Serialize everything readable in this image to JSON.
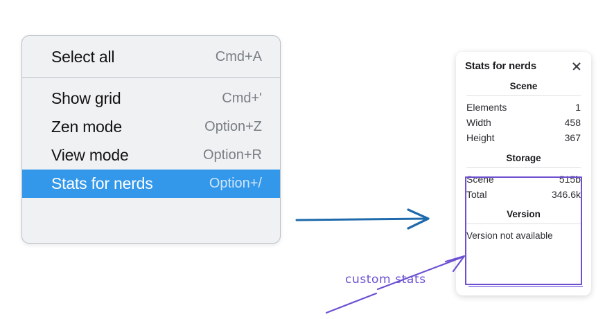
{
  "context_menu": {
    "groups": [
      {
        "items": [
          {
            "label": "Select all",
            "shortcut": "Cmd+A",
            "selected": false
          }
        ]
      },
      {
        "items": [
          {
            "label": "Show grid",
            "shortcut": "Cmd+'",
            "selected": false
          },
          {
            "label": "Zen mode",
            "shortcut": "Option+Z",
            "selected": false
          },
          {
            "label": "View mode",
            "shortcut": "Option+R",
            "selected": false
          },
          {
            "label": "Stats for nerds",
            "shortcut": "Option+/",
            "selected": true
          }
        ]
      }
    ]
  },
  "stats_panel": {
    "title": "Stats for nerds",
    "close_icon": "close-icon",
    "sections": [
      {
        "name": "scene",
        "title": "Scene",
        "rows": [
          {
            "label": "Elements",
            "value": "1"
          },
          {
            "label": "Width",
            "value": "458"
          },
          {
            "label": "Height",
            "value": "367"
          }
        ]
      },
      {
        "name": "storage",
        "title": "Storage",
        "rows": [
          {
            "label": "Scene",
            "value": "515b"
          },
          {
            "label": "Total",
            "value": "346.6k"
          }
        ]
      },
      {
        "name": "version",
        "title": "Version",
        "note": "Version not available"
      }
    ]
  },
  "annotations": {
    "handwritten_label": "custom stats",
    "blue_arrow_color": "#1f6aab",
    "purple_color": "#6b4fd2",
    "highlight_box_color": "#6d4fd0",
    "menu_selection_color": "#3498ea"
  }
}
